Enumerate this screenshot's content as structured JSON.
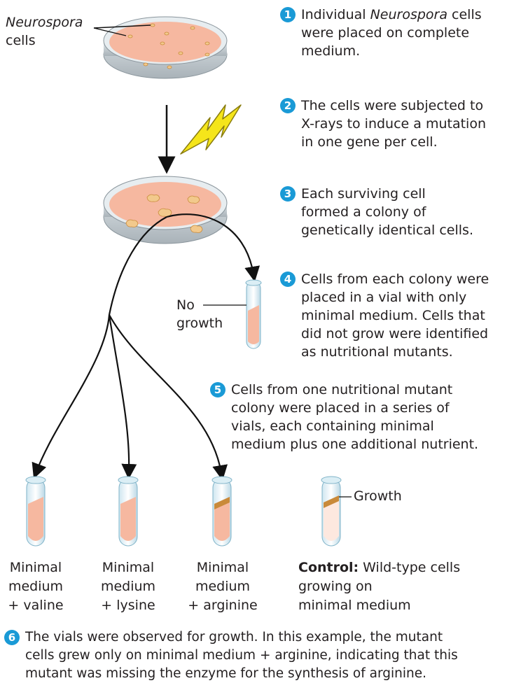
{
  "labels": {
    "neurospora": "Neurospora",
    "cells": "cells",
    "no": "No",
    "growth_nogrowth": "growth",
    "growth_control": "Growth"
  },
  "steps": [
    {
      "n": "1",
      "lines": [
        "Individual ",
        "Neurospora",
        " cells",
        "were placed on complete",
        "medium."
      ]
    },
    {
      "n": "2",
      "lines": [
        "The cells were subjected to",
        "X-rays to induce a mutation",
        "in one gene per cell."
      ]
    },
    {
      "n": "3",
      "lines": [
        "Each surviving cell",
        "formed a colony of",
        "genetically identical cells."
      ]
    },
    {
      "n": "4",
      "lines": [
        "Cells from each colony were",
        "placed in a vial with only",
        "minimal medium. Cells that",
        "did not grow were identified",
        "as nutritional mutants."
      ]
    },
    {
      "n": "5",
      "lines": [
        "Cells from one nutritional mutant",
        "colony were placed in a series of",
        "vials, each containing minimal",
        "medium plus one additional nutrient."
      ]
    },
    {
      "n": "6",
      "lines": [
        "The vials were observed for growth. In this example, the mutant",
        "cells grew only on minimal medium + arginine, indicating that this",
        "mutant was missing the enzyme for the synthesis of arginine."
      ]
    }
  ],
  "vials": [
    {
      "lines": [
        "Minimal",
        "medium",
        "+ valine"
      ]
    },
    {
      "lines": [
        "Minimal",
        "medium",
        "+ lysine"
      ]
    },
    {
      "lines": [
        "Minimal",
        "medium",
        "+ arginine"
      ]
    }
  ],
  "control": {
    "bold": "Control:",
    "lines": [
      " Wild-type cells",
      "growing on",
      "minimal medium"
    ]
  },
  "colors": {
    "accent": "#1a9ad6",
    "medium": "#f6b8a0",
    "colony": "#f2c98c",
    "growth": "#c98a3a",
    "lightning": "#f5e51a"
  }
}
